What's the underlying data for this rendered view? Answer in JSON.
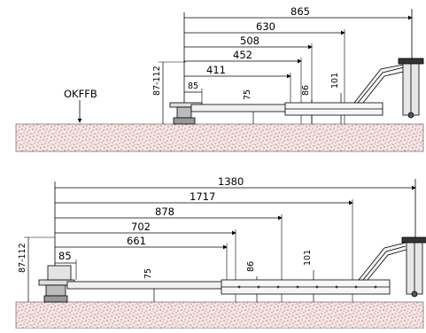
{
  "top_view": {
    "floor_label": "OKFFB",
    "height_label": "87-112",
    "horizontal_dims": [
      "865",
      "630",
      "508",
      "452",
      "411"
    ],
    "small_dim": "85",
    "vertical_dims": [
      "75",
      "86",
      "101"
    ]
  },
  "bottom_view": {
    "height_label": "87-112",
    "horizontal_dims": [
      "1380",
      "1717",
      "878",
      "702",
      "661"
    ],
    "small_dim": "85",
    "vertical_dims": [
      "75",
      "86",
      "101"
    ]
  }
}
